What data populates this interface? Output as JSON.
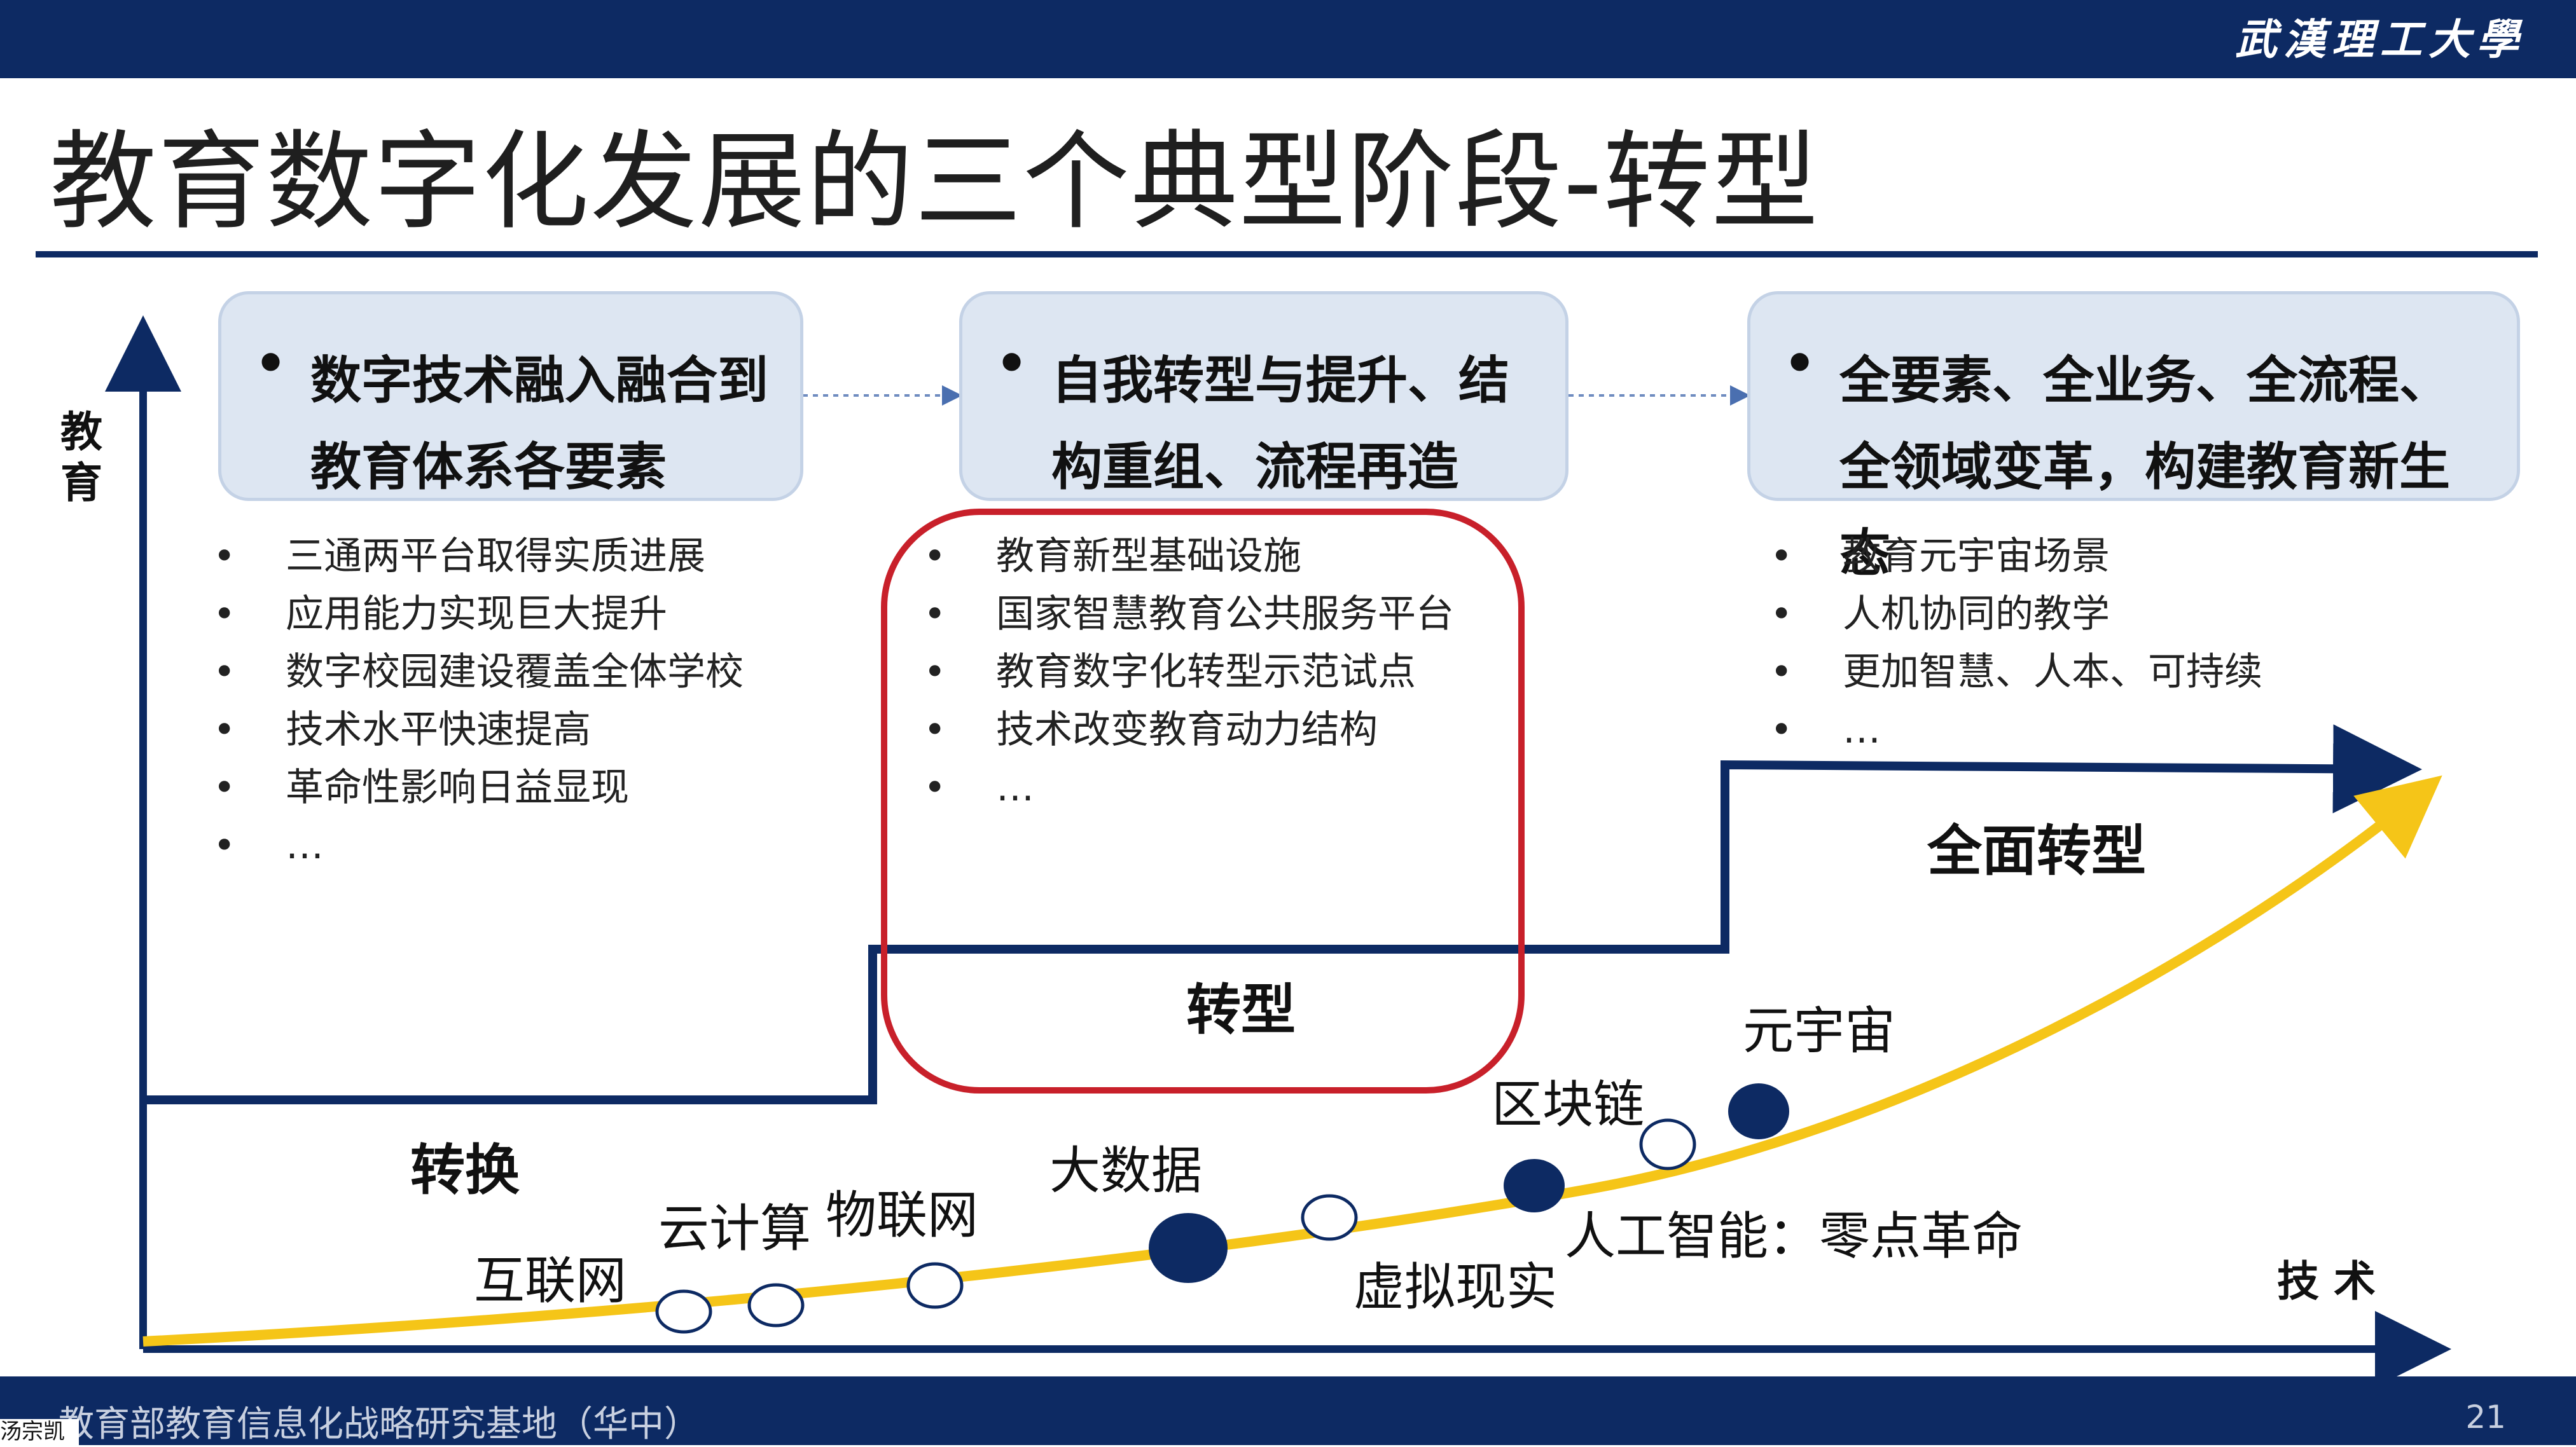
{
  "header": {
    "logo": "武漢理工大學",
    "title": "教育数字化发展的三个典型阶段-转型"
  },
  "axes": {
    "y_label": "教育",
    "x_label": "技 术"
  },
  "stages": [
    {
      "summary": "数字技术融入融合到教育体系各要素",
      "label": "转换",
      "items": [
        "三通两平台取得实质进展",
        "应用能力实现巨大提升",
        "数字校园建设覆盖全体学校",
        "技术水平快速提高",
        "革命性影响日益显现",
        "…"
      ]
    },
    {
      "summary": "自我转型与提升、结构重组、流程再造",
      "label": "转型",
      "items": [
        "教育新型基础设施",
        "国家智慧教育公共服务平台",
        "教育数字化转型示范试点",
        "技术改变教育动力结构",
        "…"
      ]
    },
    {
      "summary": "全要素、全业务、全流程、全领域变革，构建教育新生态",
      "label": "全面转型",
      "items": [
        "教育元宇宙场景",
        "人机协同的教学",
        "更加智慧、人本、可持续",
        "…"
      ]
    }
  ],
  "technologies": [
    "互联网",
    "云计算",
    "物联网",
    "大数据",
    "虚拟现实",
    "人工智能：零点革命",
    "区块链",
    "元宇宙"
  ],
  "footer": {
    "text": "教育部教育信息化战略研究基地（华中）",
    "page": "21",
    "corner": "汤宗凯"
  },
  "colors": {
    "navy": "#0d2a63",
    "box_fill": "#dde6f2",
    "curve": "#f5c518",
    "highlight": "#c8202a"
  }
}
